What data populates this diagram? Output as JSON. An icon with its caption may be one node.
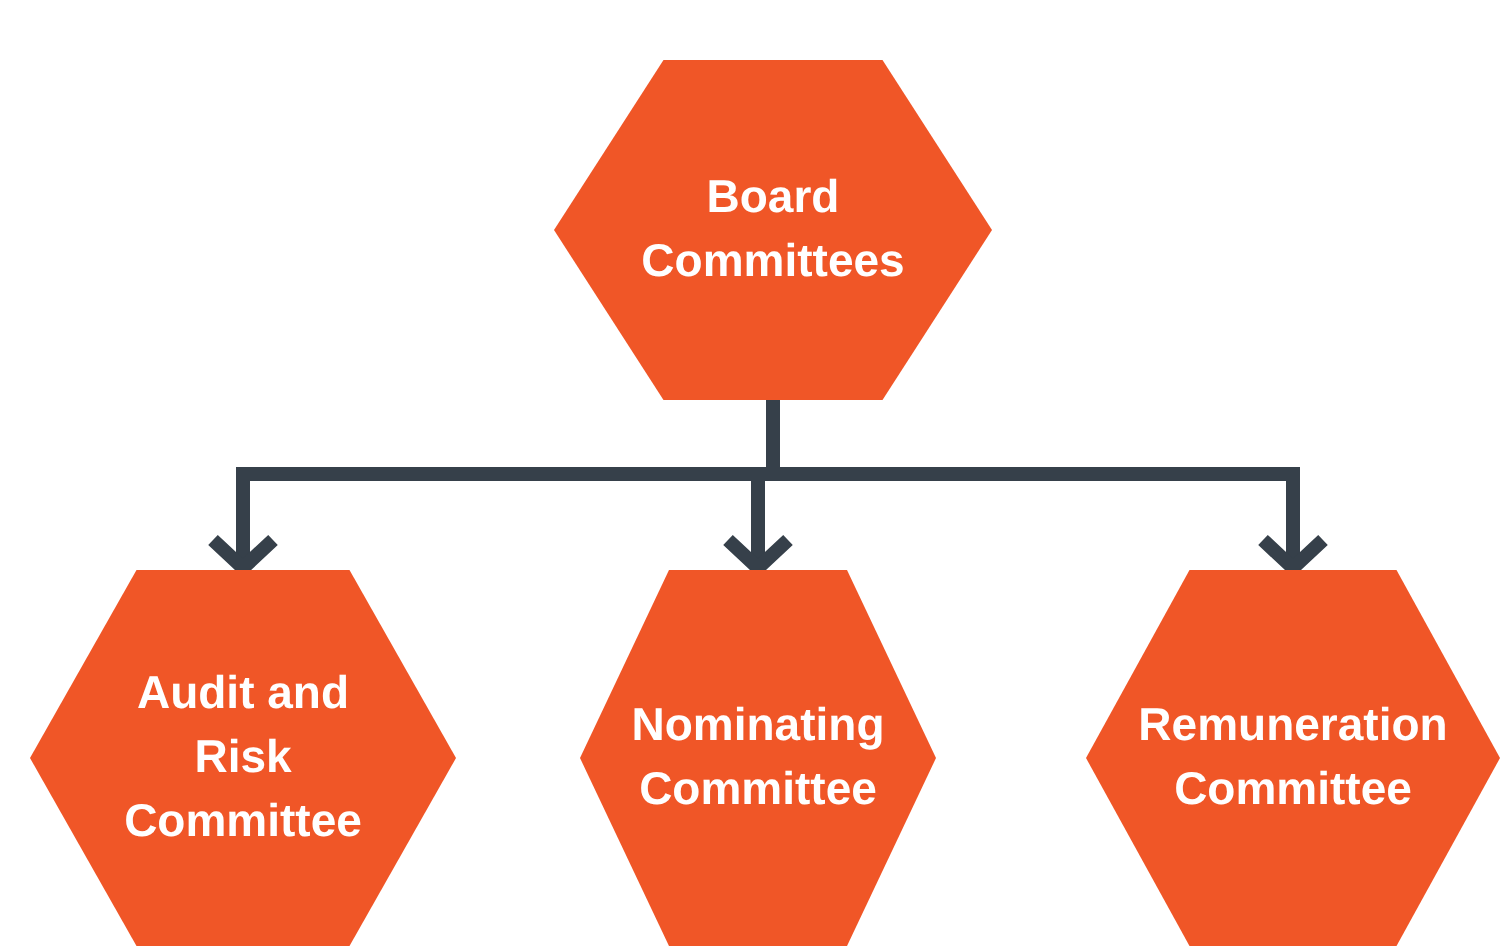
{
  "diagram": {
    "nodes": [
      {
        "text": [
          "Board Committees"
        ]
      },
      {
        "text": [
          "Audit and Risk Committee"
        ]
      },
      {
        "text": [
          "Nominating Committee"
        ]
      },
      {
        "text": [
          "Remuneration Committee"
        ]
      }
    ],
    "edges": [
      {
        "from": 0,
        "to": 1,
        "arrow": "to"
      },
      {
        "from": 0,
        "to": 2,
        "arrow": "to"
      },
      {
        "from": 0,
        "to": 3,
        "arrow": "to"
      }
    ]
  }
}
